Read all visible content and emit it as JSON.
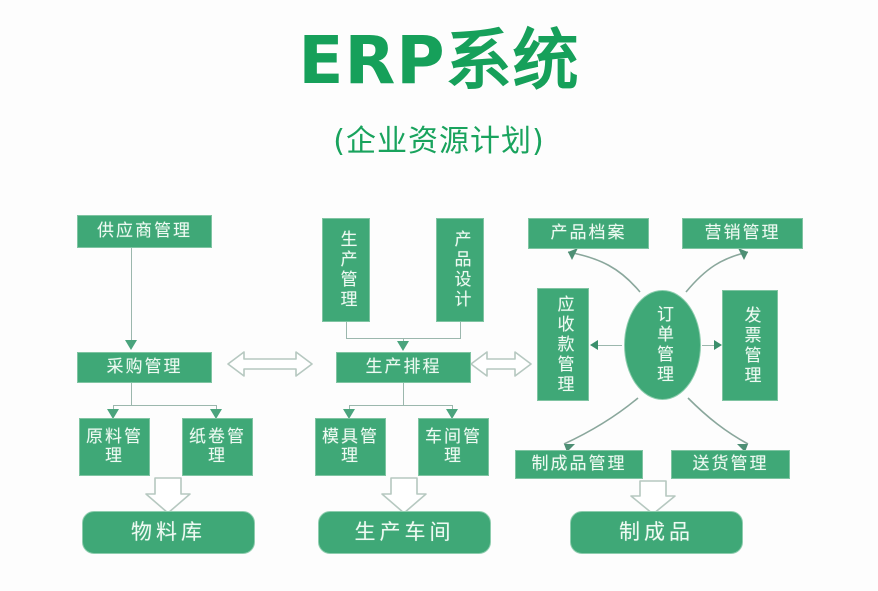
{
  "header": {
    "title": "ERP系统",
    "subtitle": "(企业资源计划)"
  },
  "colors": {
    "brand_green": "#16a05a",
    "node_fill": "#3fa877",
    "node_text": "#eefaf2",
    "connector": "#9bb7ad",
    "hollow_arrow_stroke": "#b9c9c2",
    "background": "#fdfdfd"
  },
  "columns": {
    "procurement": {
      "supplier_management": "供应商管理",
      "purchase_management": "采购管理",
      "raw_material_management": "原料管理",
      "paper_roll_management": "纸卷管理",
      "material_warehouse": "物料库"
    },
    "production": {
      "production_management": "生产管理",
      "product_design": "产品设计",
      "production_scheduling": "生产排程",
      "mold_management": "模具管理",
      "workshop_management": "车间管理",
      "production_workshop": "生产车间"
    },
    "sales": {
      "product_archive": "产品档案",
      "marketing_management": "营销管理",
      "receivables_management": "应收款管理",
      "order_management": "订单管理",
      "invoice_management": "发票管理",
      "finished_goods_management": "制成品管理",
      "delivery_management": "送货管理",
      "finished_goods": "制成品"
    }
  },
  "connectors": [
    {
      "name": "supplier-to-purchase",
      "type": "solid-arrow-down"
    },
    {
      "name": "purchase-to-raw-material",
      "type": "solid-arrow-down"
    },
    {
      "name": "purchase-to-paper-roll",
      "type": "solid-arrow-down"
    },
    {
      "name": "raw-paper-to-material-warehouse",
      "type": "hollow-arrow-down"
    },
    {
      "name": "production-mgmt-to-scheduling",
      "type": "solid-arrow-down"
    },
    {
      "name": "product-design-to-scheduling",
      "type": "solid-arrow-down"
    },
    {
      "name": "scheduling-to-mold",
      "type": "solid-arrow-down"
    },
    {
      "name": "scheduling-to-workshop",
      "type": "solid-arrow-down"
    },
    {
      "name": "mold-workshop-to-production-workshop",
      "type": "hollow-arrow-down"
    },
    {
      "name": "purchase-scheduling-bidirectional",
      "type": "hollow-double-arrow"
    },
    {
      "name": "scheduling-receivables-bidirectional",
      "type": "hollow-double-arrow"
    },
    {
      "name": "order-to-receivables",
      "type": "solid-arrow-left"
    },
    {
      "name": "order-to-invoice",
      "type": "solid-arrow-right"
    },
    {
      "name": "order-to-product-archive",
      "type": "curved-arrow"
    },
    {
      "name": "order-to-marketing",
      "type": "curved-arrow"
    },
    {
      "name": "order-to-finished-goods-mgmt",
      "type": "curved-arrow"
    },
    {
      "name": "order-to-delivery-mgmt",
      "type": "curved-arrow"
    },
    {
      "name": "finished-delivery-to-finished-goods",
      "type": "hollow-arrow-down"
    }
  ]
}
